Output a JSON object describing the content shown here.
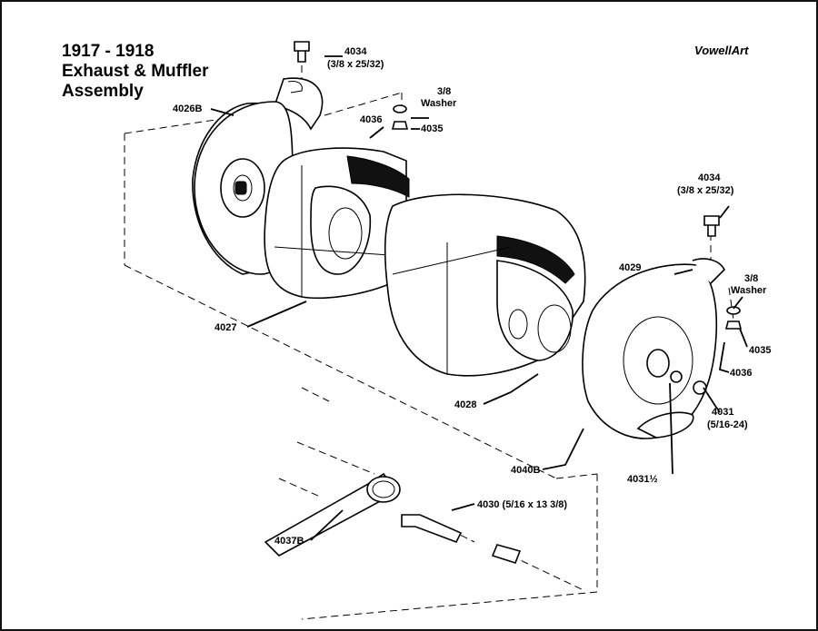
{
  "title_lines": [
    "1917 - 1918",
    "Exhaust & Muffler",
    "Assembly"
  ],
  "brand": "VowellArt",
  "labels": {
    "l4034a": "4034",
    "l4034a_size": "(3/8 x 25/32)",
    "l38a_1": "3/8",
    "l38a_2": "Washer",
    "l4036a": "4036",
    "l4035a": "4035",
    "l4026b": "4026B",
    "l4034b": "4034",
    "l4034b_size": "(3/8 x 25/32)",
    "l38b_1": "3/8",
    "l38b_2": "Washer",
    "l4029": "4029",
    "l4027": "4027",
    "l4035b": "4035",
    "l4036b": "4036",
    "l4031": "4031",
    "l4031_size": "(5/16-24)",
    "l4028": "4028",
    "l4040b": "4040B",
    "l4031half": "4031½",
    "l4030": "4030 (5/16 x 13 3/8)",
    "l4037b": "4037B"
  }
}
